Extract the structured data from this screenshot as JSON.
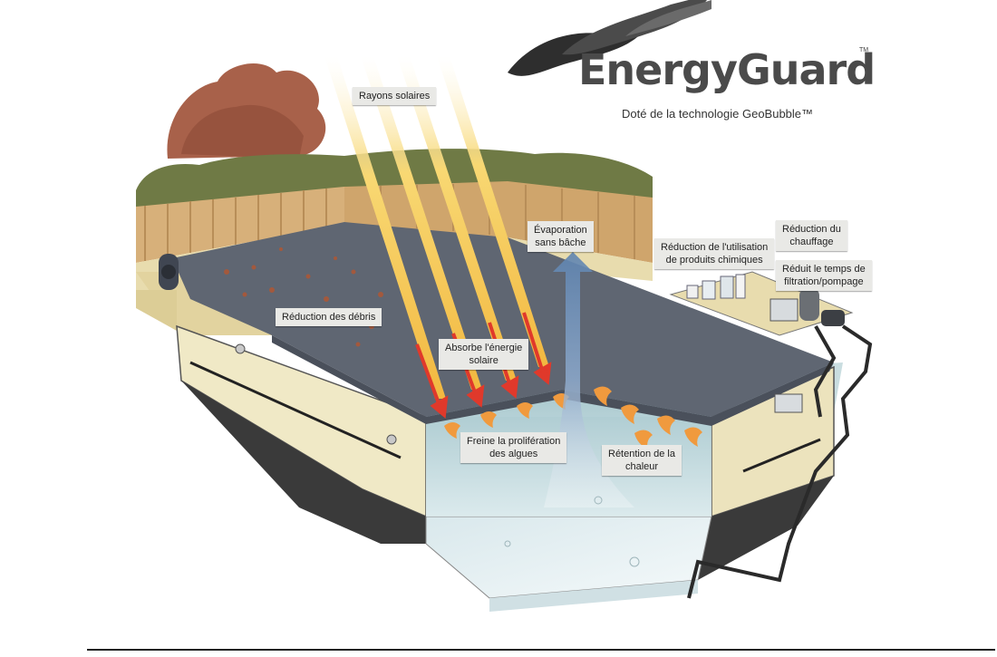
{
  "logo": {
    "brand": "EnergyGuard",
    "trademark": "TM",
    "tagline": "Doté de la technologie GeoBubble™"
  },
  "labels": {
    "rayons_solaires": "Rayons solaires",
    "evaporation": "Évaporation\nsans bâche",
    "reduction_debris": "Réduction des débris",
    "absorbe_energie": "Absorbe l'énergie\nsolaire",
    "freine_algues": "Freine la prolifération\ndes algues",
    "retention_chaleur": "Rétention de la\nchaleur",
    "reduction_chimiques": "Réduction de l'utilisation\nde produits chimiques",
    "reduction_chauffage": "Réduction du\nchauffage",
    "filtration": "Réduit le temps de\nfiltration/pompage"
  },
  "colors": {
    "sun_ray": "#f5c64a",
    "heat_arrow": "#e0392b",
    "water": "#b9d3d8",
    "cover": "#5f6672",
    "deck": "#e8dcae",
    "fence": "#d7b07a",
    "tree": "#a8614a",
    "hedge": "#6f7a45",
    "evaporation": "#6f90b5"
  }
}
